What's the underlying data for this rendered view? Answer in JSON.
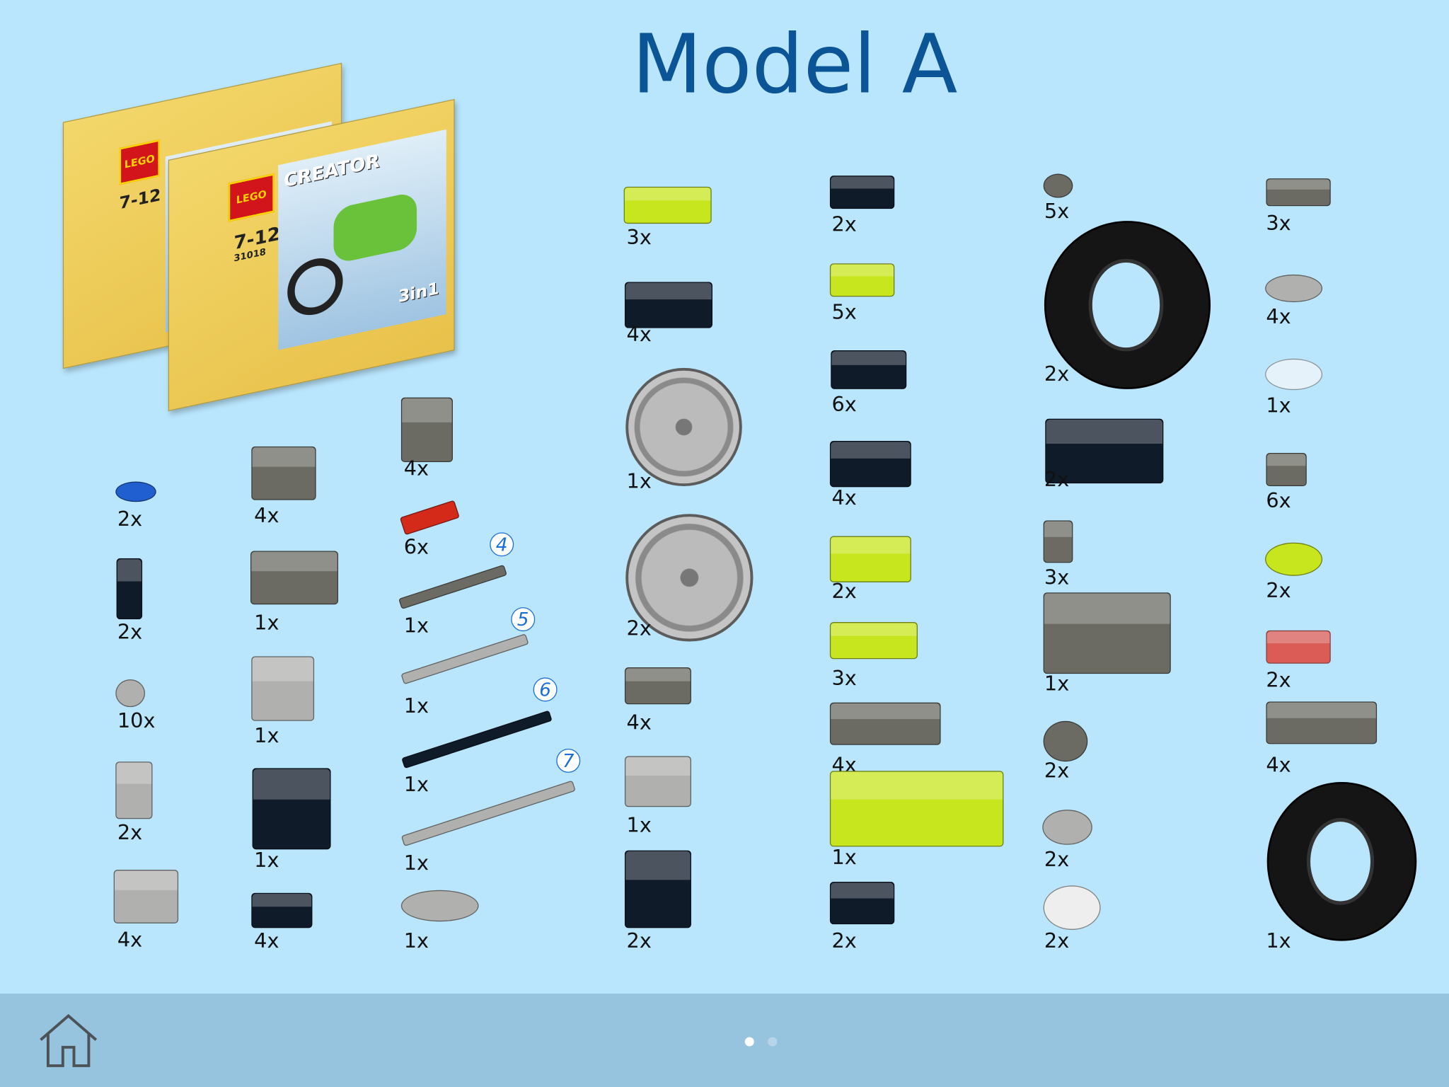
{
  "header": {
    "title": "Model A"
  },
  "product_box": {
    "brand_logo": "LEGO",
    "line": "CREATOR",
    "age": "7-12",
    "set_number": "31018",
    "badge": "3in1"
  },
  "colors": {
    "background": "#b9e6fd",
    "bottom_bar": "#96c4de",
    "title": "#0b5596",
    "blue": "#1f5fd0",
    "black": "#101b2a",
    "dark_gray": "#6b6b64",
    "light_gray": "#b0b1af",
    "red": "#d42a1a",
    "lime": "#c8e61e",
    "white": "#eeeeee",
    "trans_clear": "#eef5fa",
    "trans_red": "#e2433a"
  },
  "parts": [
    {
      "count": "2x",
      "shape": "round",
      "color": "blue"
    },
    {
      "count": "2x",
      "shape": "brick",
      "color": "black"
    },
    {
      "count": "10x",
      "shape": "round",
      "color": "light_gray"
    },
    {
      "count": "2x",
      "shape": "brick",
      "color": "light_gray"
    },
    {
      "count": "4x",
      "shape": "brick",
      "color": "light_gray"
    },
    {
      "count": "4x",
      "shape": "brick",
      "color": "dark_gray"
    },
    {
      "count": "1x",
      "shape": "brick",
      "color": "dark_gray"
    },
    {
      "count": "1x",
      "shape": "brick",
      "color": "light_gray"
    },
    {
      "count": "1x",
      "shape": "brick",
      "color": "black"
    },
    {
      "count": "4x",
      "shape": "brick",
      "color": "black"
    },
    {
      "count": "4x",
      "shape": "brick",
      "color": "dark_gray"
    },
    {
      "count": "6x",
      "shape": "axle",
      "color": "red"
    },
    {
      "count": "1x",
      "shape": "axle",
      "color": "dark_gray",
      "length_badge": "4"
    },
    {
      "count": "1x",
      "shape": "axle",
      "color": "light_gray",
      "length_badge": "5"
    },
    {
      "count": "1x",
      "shape": "axle",
      "color": "black",
      "length_badge": "6"
    },
    {
      "count": "1x",
      "shape": "axle",
      "color": "light_gray",
      "length_badge": "7"
    },
    {
      "count": "1x",
      "shape": "round",
      "color": "light_gray"
    },
    {
      "count": "3x",
      "shape": "brick",
      "color": "lime"
    },
    {
      "count": "4x",
      "shape": "brick",
      "color": "black"
    },
    {
      "count": "1x",
      "shape": "wheel",
      "color": "light_gray"
    },
    {
      "count": "2x",
      "shape": "wheel",
      "color": "light_gray"
    },
    {
      "count": "4x",
      "shape": "brick",
      "color": "dark_gray"
    },
    {
      "count": "1x",
      "shape": "brick",
      "color": "light_gray"
    },
    {
      "count": "2x",
      "shape": "brick",
      "color": "black"
    },
    {
      "count": "2x",
      "shape": "brick",
      "color": "black"
    },
    {
      "count": "5x",
      "shape": "brick",
      "color": "lime"
    },
    {
      "count": "6x",
      "shape": "brick",
      "color": "black"
    },
    {
      "count": "4x",
      "shape": "brick",
      "color": "black"
    },
    {
      "count": "2x",
      "shape": "brick",
      "color": "lime"
    },
    {
      "count": "3x",
      "shape": "brick",
      "color": "lime"
    },
    {
      "count": "4x",
      "shape": "brick",
      "color": "dark_gray"
    },
    {
      "count": "1x",
      "shape": "brick",
      "color": "lime"
    },
    {
      "count": "2x",
      "shape": "brick",
      "color": "black"
    },
    {
      "count": "5x",
      "shape": "round",
      "color": "dark_gray"
    },
    {
      "count": "2x",
      "shape": "tire",
      "color": "black"
    },
    {
      "count": "2x",
      "shape": "brick",
      "color": "black"
    },
    {
      "count": "3x",
      "shape": "brick",
      "color": "dark_gray"
    },
    {
      "count": "1x",
      "shape": "brick",
      "color": "dark_gray"
    },
    {
      "count": "2x",
      "shape": "round",
      "color": "dark_gray"
    },
    {
      "count": "2x",
      "shape": "round",
      "color": "light_gray"
    },
    {
      "count": "2x",
      "shape": "round",
      "color": "white"
    },
    {
      "count": "3x",
      "shape": "brick",
      "color": "dark_gray"
    },
    {
      "count": "4x",
      "shape": "round",
      "color": "light_gray"
    },
    {
      "count": "1x",
      "shape": "round",
      "color": "trans_clear"
    },
    {
      "count": "6x",
      "shape": "brick",
      "color": "dark_gray"
    },
    {
      "count": "2x",
      "shape": "round",
      "color": "lime"
    },
    {
      "count": "2x",
      "shape": "brick",
      "color": "trans_red"
    },
    {
      "count": "4x",
      "shape": "brick",
      "color": "dark_gray"
    },
    {
      "count": "1x",
      "shape": "tire",
      "color": "black"
    }
  ],
  "footer": {
    "home_label": "home",
    "pages": 2,
    "current_page": 1
  }
}
